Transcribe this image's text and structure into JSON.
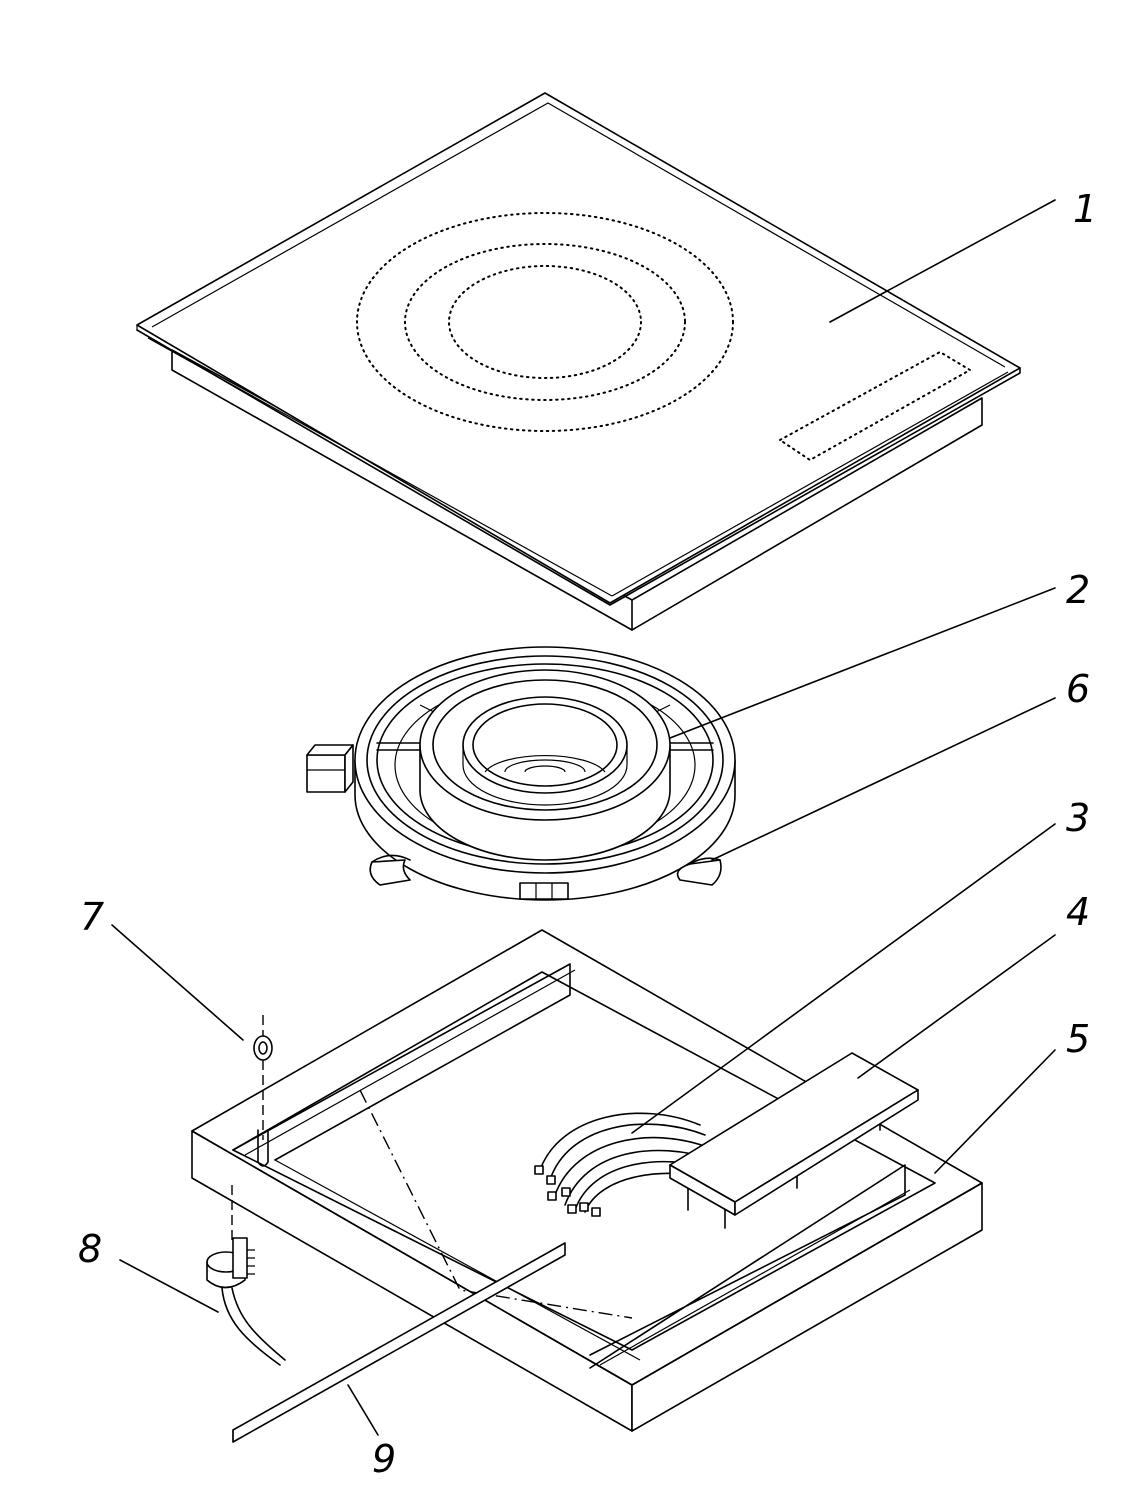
{
  "callouts": [
    {
      "id": "cooktop-top-plate",
      "label": "1"
    },
    {
      "id": "induction-coil-assembly",
      "label": "2"
    },
    {
      "id": "wire-harness",
      "label": "3"
    },
    {
      "id": "control-board",
      "label": "4"
    },
    {
      "id": "bottom-housing",
      "label": "5"
    },
    {
      "id": "mounting-clip",
      "label": "6"
    },
    {
      "id": "sealing-ring",
      "label": "7"
    },
    {
      "id": "temperature-sensor",
      "label": "8"
    },
    {
      "id": "trim-strip",
      "label": "9"
    }
  ]
}
